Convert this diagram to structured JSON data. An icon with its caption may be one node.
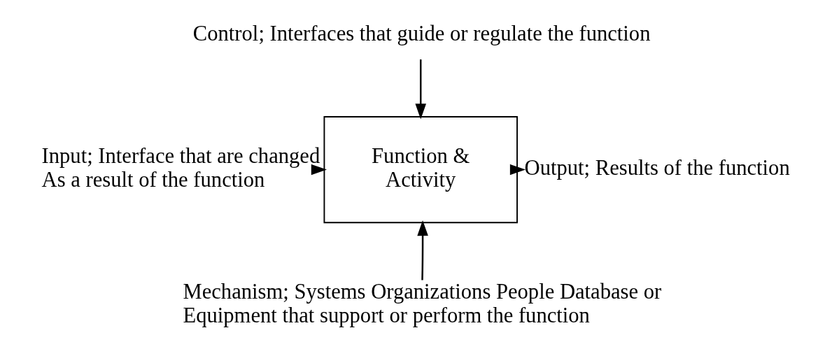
{
  "diagram": {
    "nodes": [
      {
        "text": [
          "Control; Interfaces that guide or regulate the function"
        ]
      },
      {
        "text": [
          "Input; Interface that are changed As a result of the function"
        ]
      },
      {
        "text": [
          "Function & Activity"
        ]
      },
      {
        "text": [
          "Output; Results of the function"
        ]
      },
      {
        "text": [
          "Mechanism; Systems Organizations People Database or Equipment that support or perform the function"
        ]
      }
    ],
    "edges": [
      {
        "from": 0,
        "to": 2,
        "arrow": "to"
      },
      {
        "from": 1,
        "to": 2,
        "arrow": "to"
      },
      {
        "from": 2,
        "to": 3,
        "arrow": "to"
      },
      {
        "from": 4,
        "to": 2,
        "arrow": "to"
      }
    ]
  }
}
